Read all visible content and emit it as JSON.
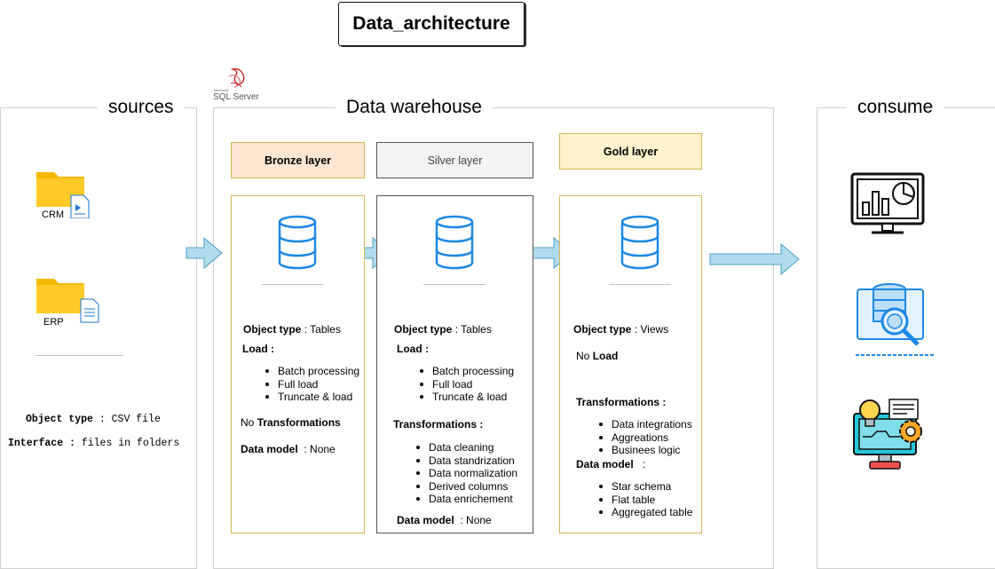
{
  "title": "Data_architecture",
  "sections": {
    "sources": "sources",
    "warehouse": "Data warehouse",
    "consume": "consume"
  },
  "sql_server_logo": {
    "top_text": "Microsoft",
    "bottom_text": "SQL Server"
  },
  "sources": {
    "folders": [
      {
        "label": "CRM",
        "icon": "folder-file-icon"
      },
      {
        "label": "ERP",
        "icon": "folder-file-icon"
      }
    ],
    "object_type_label": "Object type",
    "object_type_value": "CSV file",
    "interface_label": "Interface",
    "interface_value": "files in folders"
  },
  "layers": {
    "bronze": {
      "title": "Bronze layer",
      "color": "#fde6d2",
      "object_type_label": "Object type",
      "object_type_value": ": Tables",
      "load_label": "Load :",
      "load_items": [
        "Batch processing",
        "Full load",
        "Truncate & load"
      ],
      "transform_prefix": "No ",
      "transform_label": "Transformations",
      "model_label": "Data model",
      "model_value": ": None"
    },
    "silver": {
      "title": "Silver layer",
      "color": "#f3f3f3",
      "object_type_label": "Object type",
      "object_type_value": ": Tables",
      "load_label": "Load :",
      "load_items": [
        "Batch processing",
        "Full load",
        "Truncate & load"
      ],
      "transform_label": "Transformations :",
      "transform_items": [
        "Data cleaning",
        "Data standrization",
        "Data normalization",
        "Derived columns",
        "Data enrichement"
      ],
      "model_label": "Data model",
      "model_value": ": None"
    },
    "gold": {
      "title": "Gold layer",
      "color": "#fff2cc",
      "object_type_label": "Object type",
      "object_type_value": ": Views",
      "load_prefix": "No ",
      "load_label": "Load",
      "transform_label": "Transformations :",
      "transform_items": [
        "Data integrations",
        "Aggreations",
        "Businees logic"
      ],
      "model_label": "Data model",
      "model_value": ":",
      "model_items": [
        "Star schema",
        "Flat table",
        "Aggregated table"
      ]
    }
  },
  "consume_icons": [
    "dashboard-chart-icon",
    "database-search-icon",
    "ai-idea-gear-icon"
  ],
  "colors": {
    "arrow": "#b0dbec",
    "arrow_stroke": "#4f9fc7",
    "db_icon": "#1e88e5",
    "bronze_border": "#d6b656",
    "silver_border": "#555555"
  }
}
